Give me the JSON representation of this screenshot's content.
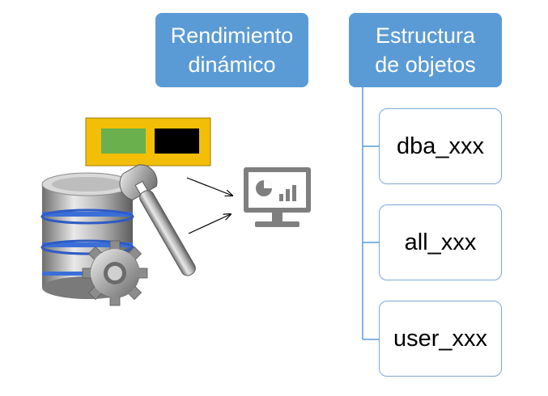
{
  "left_box": {
    "label": "Rendimiento\ndinámico"
  },
  "right_box": {
    "label": "Estructura\nde objetos"
  },
  "object_views": [
    {
      "label": "dba_xxx"
    },
    {
      "label": "all_xxx"
    },
    {
      "label": "user_xxx"
    }
  ],
  "icons": [
    "database-tools-icon",
    "monitor-chart-icon",
    "status-indicator-icon"
  ],
  "colors": {
    "box_blue": "#5b9bd5",
    "box_border": "#7fa7d6",
    "indicator_frame": "#f3be07",
    "indicator_green": "#6ab04c",
    "indicator_black": "#000000",
    "monitor_gray": "#7f7f7f"
  }
}
